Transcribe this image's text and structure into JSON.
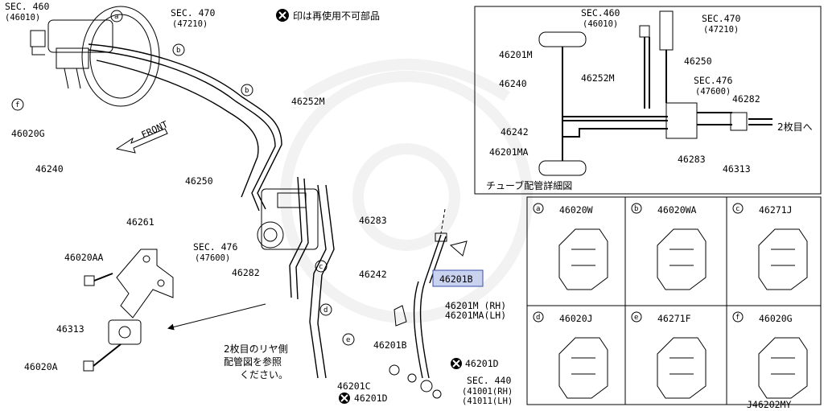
{
  "notes": {
    "not_available": "印は再使用不可部品",
    "rear_refer": [
      "2枚目のリヤ側",
      "配管図を参照",
      "ください。"
    ],
    "detail_title": "チューブ配管詳細図",
    "second_sheet": "2枚目へ",
    "front": "FRONT",
    "diagram_id": "J46202MY"
  },
  "labels": {
    "sec460_a": "SEC. 460",
    "sec460_b": "(46010)",
    "sec470_a": "SEC. 470",
    "sec470_b": "(47210)",
    "p46020G": "46020G",
    "p46240": "46240",
    "p46252M": "46252M",
    "p46250": "46250",
    "p46283": "46283",
    "sec476_a": "SEC. 476",
    "sec476_b": "(47600)",
    "p46282": "46282",
    "p46242": "46242",
    "p46261": "46261",
    "p46020AA": "46020AA",
    "p46313": "46313",
    "p46020A": "46020A",
    "p46201B_hl": "46201B",
    "p46201M": "46201M (RH)",
    "p46201MA": "46201MA(LH)",
    "p46201B": "46201B",
    "p46201C": "46201C",
    "p46201D_a": "46201D",
    "p46201D_b": "46201D",
    "sec440_a": "SEC. 440",
    "sec440_b": "(41001(RH)",
    "sec440_c": "(41011(LH)"
  },
  "detail": {
    "sec460_a": "SEC.460",
    "sec460_b": "(46010)",
    "sec470_a": "SEC.470",
    "sec470_b": "(47210)",
    "p46201M": "46201M",
    "p46250": "46250",
    "p46240": "46240",
    "p46252M": "46252M",
    "sec476_a": "SEC.476",
    "sec476_b": "(47600)",
    "p46282": "46282",
    "p46242": "46242",
    "p46201MA": "46201MA",
    "p46283": "46283",
    "p46313": "46313"
  },
  "parts_grid": [
    {
      "letter": "a",
      "part": "46020W"
    },
    {
      "letter": "b",
      "part": "46020WA"
    },
    {
      "letter": "c",
      "part": "46271J"
    },
    {
      "letter": "d",
      "part": "46020J"
    },
    {
      "letter": "e",
      "part": "46271F"
    },
    {
      "letter": "f",
      "part": "46020G"
    }
  ],
  "callouts": {
    "a": "a",
    "b": "b",
    "c": "c",
    "d": "d",
    "e": "e",
    "f": "f"
  }
}
